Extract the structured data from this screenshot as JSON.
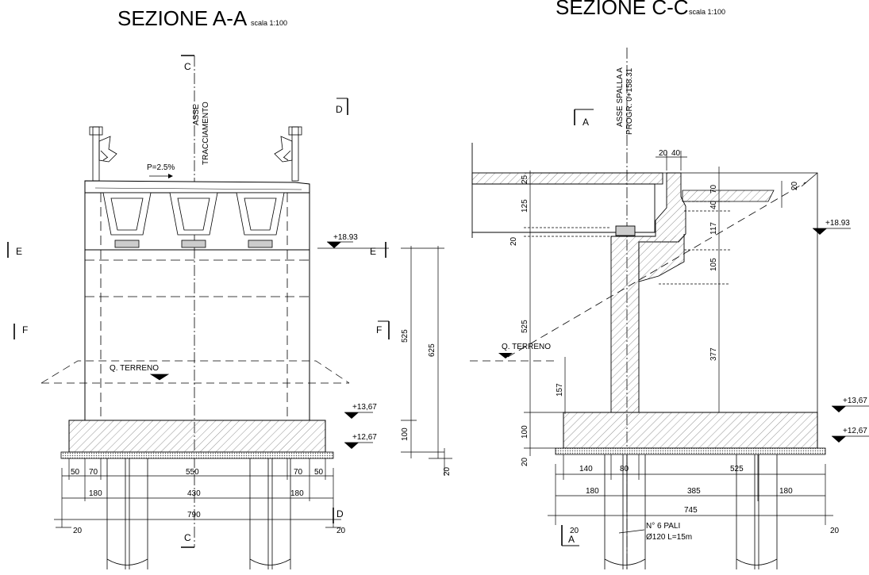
{
  "section_aa": {
    "title": "SEZIONE A-A",
    "scale": "scala 1:100",
    "axis_label_1": "ASSE",
    "axis_label_2": "TRACCIAMENTO",
    "slope": "P=2.5%",
    "ground": "Q. TERRENO",
    "elev_top": "+18.93",
    "elev_mid": "+13,67",
    "elev_bot": "+12,67",
    "cut_markers": {
      "c": "C",
      "d": "D",
      "e": "E",
      "f": "F"
    },
    "dims": {
      "h525": "525",
      "h625": "625",
      "h100": "100",
      "h20": "20",
      "d50l": "50",
      "d70l": "70",
      "d550": "550",
      "d70r": "70",
      "d50r": "50",
      "d180l": "180",
      "d430": "430",
      "d180r": "180",
      "d790": "790",
      "d20l": "20",
      "d20r": "20"
    }
  },
  "section_cc": {
    "title": "SEZIONE C-C",
    "scale": "scala 1:100",
    "axis_label_1": "ASSE SPALLA A",
    "axis_label_2": "PROGR. 0+158.31",
    "ground": "Q. TERRENO",
    "elev_top": "+18.93",
    "elev_mid": "+13,67",
    "elev_bot": "+12,67",
    "cut_marker": "A",
    "piles_1": "N° 6 PALI",
    "piles_2": "Ø120 L=15m",
    "dims": {
      "d20a": "20",
      "d40a": "40",
      "d25": "25",
      "d125": "125",
      "d20b": "20",
      "d525": "525",
      "d157": "157",
      "d100": "100",
      "d20c": "20",
      "d70": "70",
      "d40b": "40",
      "d117": "117",
      "d105": "105",
      "d377": "377",
      "d20d": "20",
      "d140": "140",
      "d80": "80",
      "d525b": "525",
      "d180l": "180",
      "d385": "385",
      "d180r": "180",
      "d745": "745",
      "d20e": "20",
      "d20f": "20"
    }
  }
}
